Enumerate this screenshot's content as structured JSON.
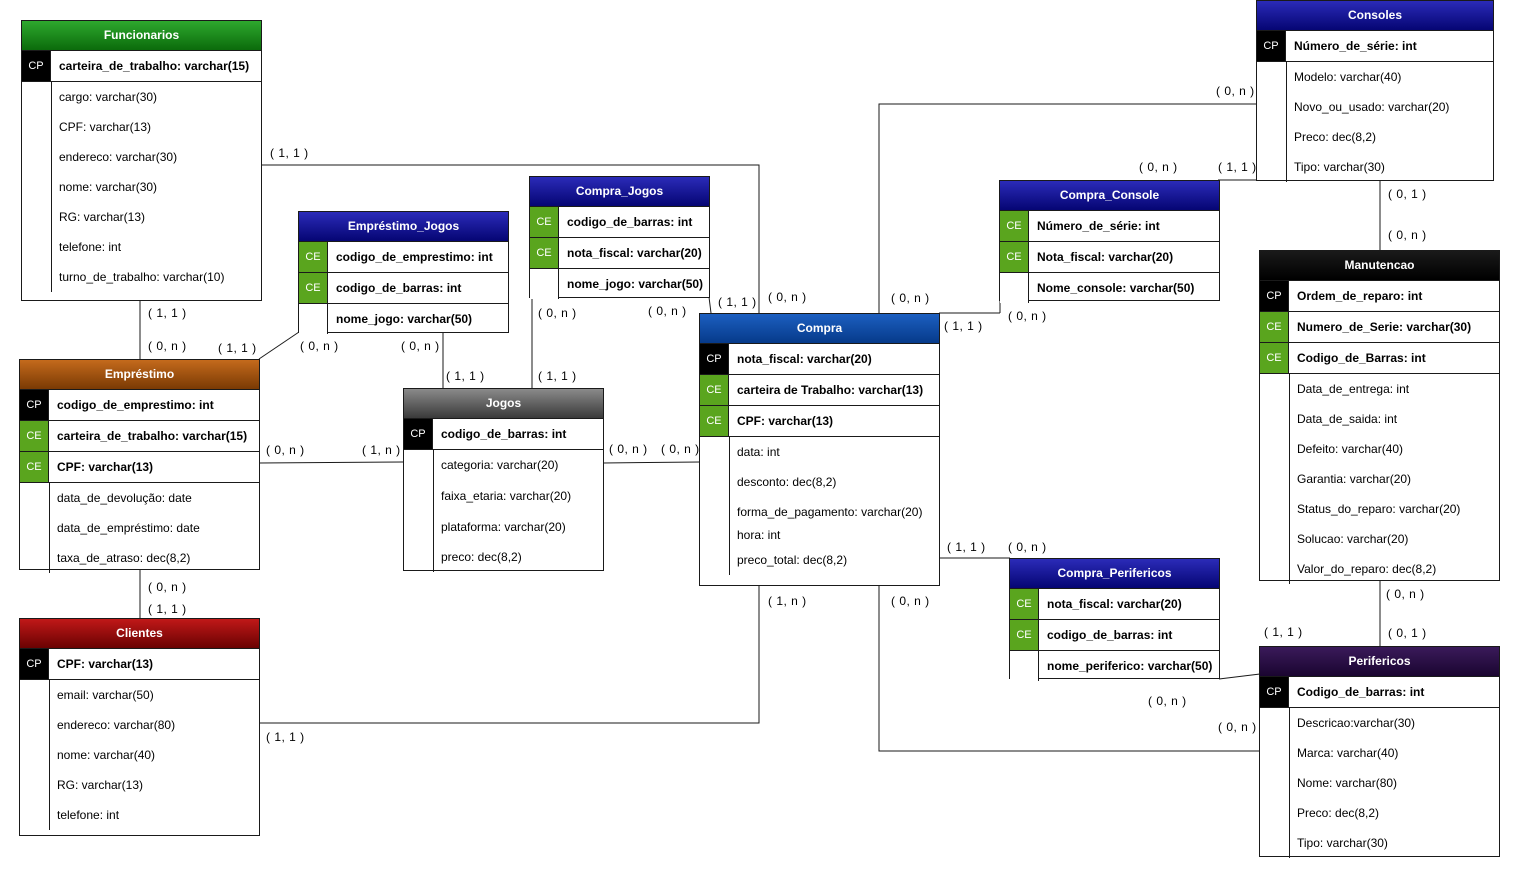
{
  "tables": {
    "funcionarios": {
      "title": "Funcionarios",
      "keys": [
        {
          "type": "CP",
          "text": "carteira_de_trabalho: varchar(15)"
        }
      ],
      "attrs": [
        "cargo: varchar(30)",
        "CPF: varchar(13)",
        "endereco: varchar(30)",
        "nome: varchar(30)",
        "RG: varchar(13)",
        "telefone: int",
        "turno_de_trabalho: varchar(10)"
      ]
    },
    "emprestimo_jogos": {
      "title": "Empréstimo_Jogos",
      "keys": [
        {
          "type": "CE",
          "text": "codigo_de_emprestimo: int"
        },
        {
          "type": "CE",
          "text": "codigo_de_barras: int"
        },
        {
          "type": "",
          "text": "nome_jogo: varchar(50)"
        }
      ],
      "attrs": []
    },
    "compra_jogos": {
      "title": "Compra_Jogos",
      "keys": [
        {
          "type": "CE",
          "text": "codigo_de_barras: int"
        },
        {
          "type": "CE",
          "text": "nota_fiscal: varchar(20)"
        },
        {
          "type": "",
          "text": "nome_jogo: varchar(50)"
        }
      ],
      "attrs": []
    },
    "compra_console": {
      "title": "Compra_Console",
      "keys": [
        {
          "type": "CE",
          "text": "Número_de_série: int"
        },
        {
          "type": "CE",
          "text": "Nota_fiscal: varchar(20)"
        },
        {
          "type": "",
          "text": "Nome_console: varchar(50)"
        }
      ],
      "attrs": []
    },
    "consoles": {
      "title": "Consoles",
      "keys": [
        {
          "type": "CP",
          "text": "Número_de_série: int"
        }
      ],
      "attrs": [
        "Modelo: varchar(40)",
        "Novo_ou_usado: varchar(20)",
        "Preco: dec(8,2)",
        "Tipo: varchar(30)"
      ]
    },
    "manutencao": {
      "title": "Manutencao",
      "keys": [
        {
          "type": "CP",
          "text": "Ordem_de_reparo: int"
        },
        {
          "type": "CE",
          "text": "Numero_de_Serie: varchar(30)"
        },
        {
          "type": "CE",
          "text": "Codigo_de_Barras: int"
        }
      ],
      "attrs": [
        "Data_de_entrega: int",
        "Data_de_saida: int",
        "Defeito: varchar(40)",
        "Garantia: varchar(20)",
        "Status_do_reparo: varchar(20)",
        "Solucao: varchar(20)",
        "Valor_do_reparo: dec(8,2)"
      ]
    },
    "emprestimo": {
      "title": "Empréstimo",
      "keys": [
        {
          "type": "CP",
          "text": "codigo_de_emprestimo: int"
        },
        {
          "type": "CE",
          "text": "carteira_de_trabalho: varchar(15)"
        },
        {
          "type": "CE",
          "text": "CPF: varchar(13)"
        }
      ],
      "attrs": [
        "data_de_devolução: date",
        "data_de_empréstimo: date",
        "taxa_de_atraso: dec(8,2)"
      ]
    },
    "jogos": {
      "title": "Jogos",
      "keys": [
        {
          "type": "CP",
          "text": "codigo_de_barras: int"
        }
      ],
      "attrs": [
        "categoria: varchar(20)",
        "faixa_etaria: varchar(20)",
        "plataforma: varchar(20)",
        "preco: dec(8,2)"
      ]
    },
    "compra": {
      "title": "Compra",
      "keys": [
        {
          "type": "CP",
          "text": "nota_fiscal: varchar(20)"
        },
        {
          "type": "CE",
          "text": "carteira de Trabalho: varchar(13)"
        },
        {
          "type": "CE",
          "text": "CPF: varchar(13)"
        }
      ],
      "attrs": [
        "data: int",
        "desconto:  dec(8,2)",
        "forma_de_pagamento:  varchar(20)",
        "hora: int",
        "preco_total: dec(8,2)"
      ]
    },
    "compra_perifericos": {
      "title": "Compra_Perifericos",
      "keys": [
        {
          "type": "CE",
          "text": "nota_fiscal: varchar(20)"
        },
        {
          "type": "CE",
          "text": "codigo_de_barras: int"
        },
        {
          "type": "",
          "text": "nome_periferico: varchar(50)"
        }
      ],
      "attrs": []
    },
    "clientes": {
      "title": "Clientes",
      "keys": [
        {
          "type": "CP",
          "text": "CPF: varchar(13)"
        }
      ],
      "attrs": [
        "email: varchar(50)",
        "endereco: varchar(80)",
        "nome: varchar(40)",
        "RG: varchar(13)",
        "telefone: int"
      ]
    },
    "perifericos": {
      "title": "Perifericos",
      "keys": [
        {
          "type": "CP",
          "text": "Codigo_de_barras: int"
        }
      ],
      "attrs": [
        "Descricao:varchar(30)",
        "Marca: varchar(40)",
        "Nome: varchar(80)",
        "Preco: dec(8,2)",
        "Tipo: varchar(30)"
      ]
    }
  },
  "cardinalities": [
    "( 1, 1 )",
    "( 1, 1 )",
    "( 0, n )",
    "( 1, 1 )",
    "( 0, n )",
    "( 0, n )",
    "( 1, 1 )",
    "( 0, n )",
    "( 0, n )",
    "( 1, 1 )",
    "( 1, 1 )",
    "( 0, n )",
    "( 0, n )",
    "( 0, n )",
    "( 1, n )",
    "( 0, n )",
    "( 0, n )",
    "( 0, n )",
    "( 1, 1 )",
    "( 0, n )",
    "( 1, 1 )",
    "( 0, n )",
    "( 1, 1 )",
    "( 0, 1 )",
    "( 0, n )",
    "( 1, n )",
    "( 0, n )",
    "( 0, n )",
    "( 0, 1 )",
    "( 1, 1 )",
    "( 0, n )",
    "( 0, n )",
    "( 1, 1 )"
  ],
  "colors": {
    "key_cp": "#000000",
    "key_ce": "#5aa51e",
    "funcionarios": "#178a17",
    "blue": "#0a0a8a",
    "compra": "#0b4aa0",
    "emprestimo": "#9a4f0c",
    "jogos": "#555555",
    "clientes": "#8a0a0a",
    "manutencao": "#000000",
    "perifericos": "#22083d"
  }
}
